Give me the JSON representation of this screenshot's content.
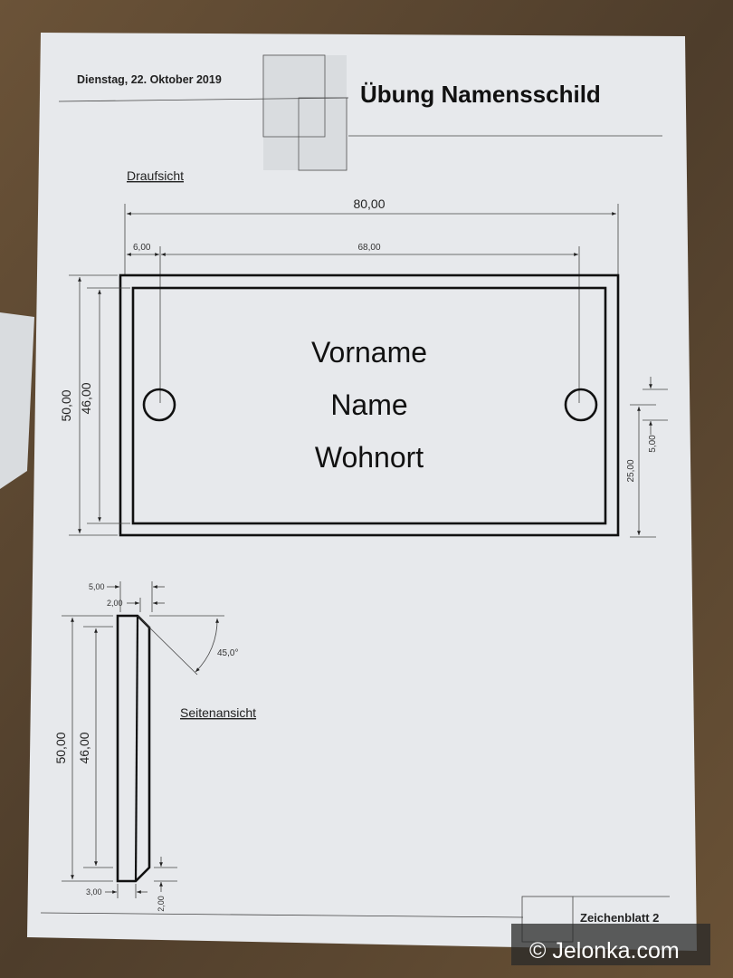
{
  "header": {
    "date": "Dienstag, 22. Oktober 2019",
    "title": "Übung Namensschild"
  },
  "top_view": {
    "label": "Draufsicht",
    "dims": {
      "total_width": "80,00",
      "hole_offset": "6,00",
      "hole_spacing": "68,00",
      "outer_height": "50,00",
      "inner_height": "46,00",
      "hole_height": "25,00",
      "hole_diameter": "5,00"
    },
    "plate_text": [
      "Vorname",
      "Name",
      "Wohnort"
    ]
  },
  "side_view": {
    "label": "Seitenansicht",
    "dims": {
      "top_width": "5,00",
      "top_inner": "2,00",
      "angle": "45,0°",
      "outer_height": "50,00",
      "inner_height": "46,00",
      "bottom_width": "3,00",
      "bottom_offset": "2,00"
    }
  },
  "footer": {
    "sheet": "Zeichenblatt 2"
  },
  "watermark": "© Jelonka.com"
}
